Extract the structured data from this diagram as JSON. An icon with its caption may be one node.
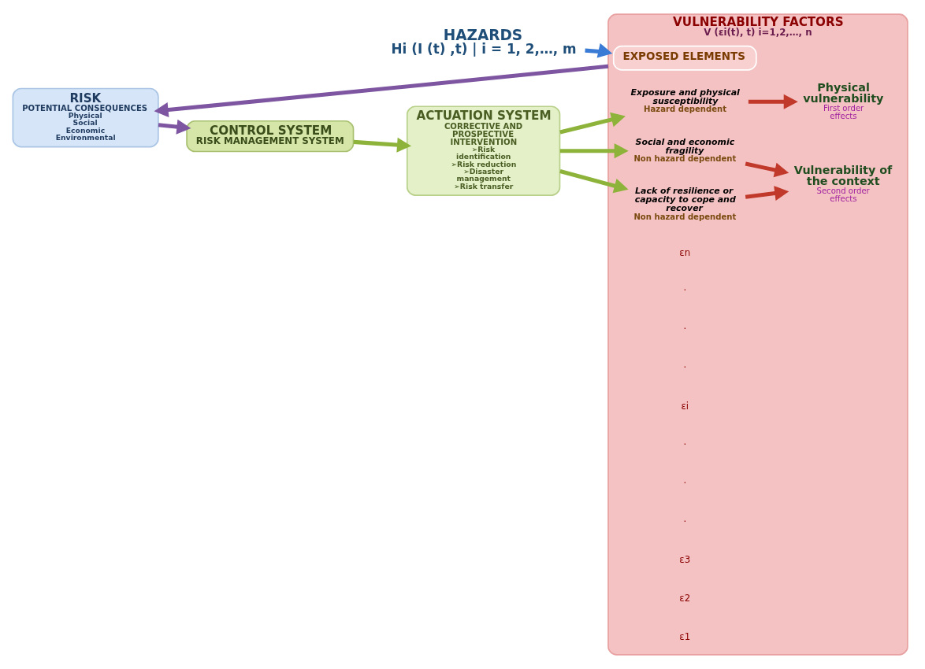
{
  "diagram": {
    "nodes": [
      {
        "text": [
          "HAZARDS",
          "Hi (I (t) ,t) | i = 1, 2,…, m"
        ]
      },
      {
        "text": [
          "VULNERABILITY FACTORS",
          "V (εi(t), t) i=1,2,…, n"
        ]
      },
      {
        "text": [
          "EXPOSED ELEMENTS"
        ],
        "in": 1
      },
      {
        "text": [
          "Exposure and physical susceptibility",
          "Hazard dependent"
        ],
        "in": 1
      },
      {
        "text": [
          "Social and economic fragility",
          "Non hazard dependent"
        ],
        "in": 1
      },
      {
        "text": [
          "Lack of resilience or capacity to cope and recover",
          "Non hazard dependent"
        ],
        "in": 1
      },
      {
        "text": [
          "Physical vulnerability",
          "First order effects"
        ],
        "in": 1
      },
      {
        "text": [
          "Vulnerability of the context",
          "Second order effects"
        ],
        "in": 1
      },
      {
        "text": [
          "ACTUATION SYSTEM",
          "CORRECTIVE AND PROSPECTIVE INTERVENTION",
          "➢Risk identification",
          "➢Risk reduction",
          "➢Disaster management",
          "➢Risk transfer"
        ]
      },
      {
        "text": [
          "RISK",
          "POTENTIAL CONSEQUENCES",
          "Physical",
          "Social",
          "Economic",
          "Environmental"
        ]
      },
      {
        "text": [
          "CONTROL SYSTEM",
          "RISK MANAGEMENT SYSTEM"
        ]
      }
    ],
    "edges": [
      {
        "from": 0,
        "to": 1,
        "arrow": "to",
        "color": "#3a7bd5"
      },
      {
        "from": 8,
        "to": 3,
        "arrow": "to"
      },
      {
        "from": 8,
        "to": 4,
        "arrow": "to"
      },
      {
        "from": 8,
        "to": 5,
        "arrow": "to"
      },
      {
        "from": 3,
        "to": 6,
        "arrow": "to",
        "color": "#c0392b"
      },
      {
        "from": 4,
        "to": 7,
        "arrow": "to",
        "color": "#c0392b"
      },
      {
        "from": 5,
        "to": 7,
        "arrow": "to",
        "color": "#c0392b"
      },
      {
        "from": 1,
        "to": 9,
        "arrow": "to",
        "color": "#7d55a0"
      },
      {
        "from": 9,
        "to": 10,
        "arrow": "to",
        "color": "#7d55a0"
      },
      {
        "from": 10,
        "to": 8,
        "arrow": "to"
      }
    ],
    "labels": [
      "ε1",
      "ε2",
      "ε3",
      "·",
      "·",
      "·",
      "εi",
      "·",
      "·",
      "·",
      "εn"
    ]
  }
}
